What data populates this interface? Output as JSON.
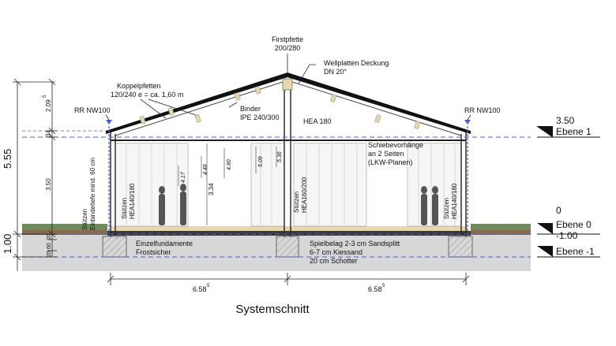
{
  "title": "Systemschnitt",
  "labels": {
    "firstpfette_1": "Firstpfette",
    "firstpfette_2": "200/280",
    "deckung_1": "Wellplatten Deckung",
    "deckung_2": "DN 20°",
    "koppel_1": "Koppelpfetten",
    "koppel_2": "120/240 e = ca. 1,60 m",
    "rr_left": "RR NW100",
    "rr_right": "RR NW100",
    "binder_1": "Binder",
    "binder_2": "IPE 240/300",
    "hea180": "HEA 180",
    "schiebe_1": "Schiebevorhänge",
    "schiebe_2": "an 2 Seiten",
    "schiebe_3": "(LKW-Planen)",
    "stuetzen_a_1": "Stützen",
    "stuetzen_a_2": "Einbindetiefe mind. 60 cm",
    "stuetzen_b_1": "Stützen",
    "stuetzen_b_2": "HEA140/180",
    "stuetzen_c_1": "Stützen",
    "stuetzen_c_2": "HEA160/200",
    "stuetzen_d_1": "Stützen",
    "stuetzen_d_2": "HEA140/180",
    "einzel_1": "Einzelfundamente",
    "einzel_2": "Frostsicher",
    "spiel_1": "Spielbelag 2-3 cm Sandsplitt",
    "spiel_2": "6-7 cm Kiessand",
    "spiel_3": "20 cm Schotter"
  },
  "dimensions": {
    "total_height": "5.55",
    "foundation_depth": "1.00",
    "dim_209": "2.09",
    "dim_209_sup": "5",
    "dim_34": "34",
    "dim_350": "3.50",
    "dim_20": "20",
    "dim_60": "60",
    "dim_20b": "20",
    "h_334": "3.34",
    "h_417": "4.17",
    "h_448": "4.48",
    "h_480": "4.80",
    "h_509": "5.09",
    "h_536": "5.36",
    "span_left": "6.58",
    "span_left_sup": "5",
    "span_right": "6.58",
    "span_right_sup": "5"
  },
  "levels": [
    {
      "value": "3.50",
      "name": "Ebene 1"
    },
    {
      "value": "0",
      "name": "Ebene 0"
    },
    {
      "value": "-1.00",
      "name": "Ebene -1"
    }
  ],
  "colors": {
    "ground": "#d7d7d7",
    "grass": "#6d8a5a",
    "soil": "#8a6b4c",
    "roof": "#111111",
    "dashed": "#4f5bd5",
    "timber": "#e9d6a9"
  }
}
